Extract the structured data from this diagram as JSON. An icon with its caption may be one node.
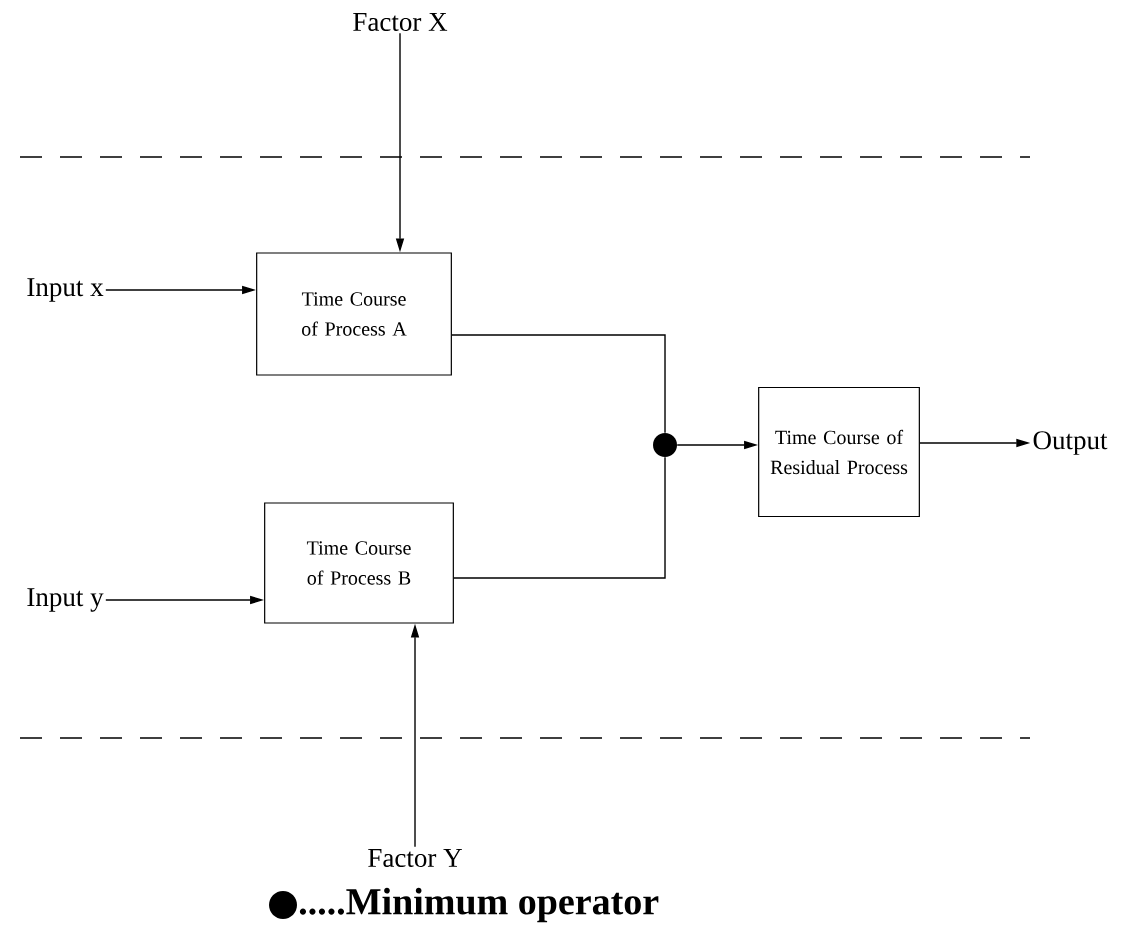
{
  "diagram": {
    "nodes": [
      {
        "text": [
          "Factor X"
        ]
      },
      {
        "text": [
          "Input x"
        ]
      },
      {
        "text": [
          "Time Course of Process A"
        ]
      },
      {
        "text": [
          "Input y"
        ]
      },
      {
        "text": [
          "Time Course of Process B"
        ]
      },
      {
        "text": [
          "Factor Y"
        ]
      },
      {
        "text": [],
        "shape": "circle"
      },
      {
        "text": [
          "Time Course of Residual Process"
        ]
      },
      {
        "text": [
          "Output"
        ]
      }
    ],
    "edges": [
      {
        "from": 0,
        "to": 2,
        "arrow": "to"
      },
      {
        "from": 1,
        "to": 2,
        "arrow": "to"
      },
      {
        "from": 3,
        "to": 4,
        "arrow": "to"
      },
      {
        "from": 5,
        "to": 4,
        "arrow": "to"
      },
      {
        "from": 2,
        "to": 6,
        "arrow": "none"
      },
      {
        "from": 4,
        "to": 6,
        "arrow": "none"
      },
      {
        "from": 6,
        "to": 7,
        "arrow": "to"
      },
      {
        "from": 7,
        "to": 8,
        "arrow": "to"
      }
    ],
    "legend": [
      {
        "text": ".....Minimum operator"
      }
    ]
  }
}
